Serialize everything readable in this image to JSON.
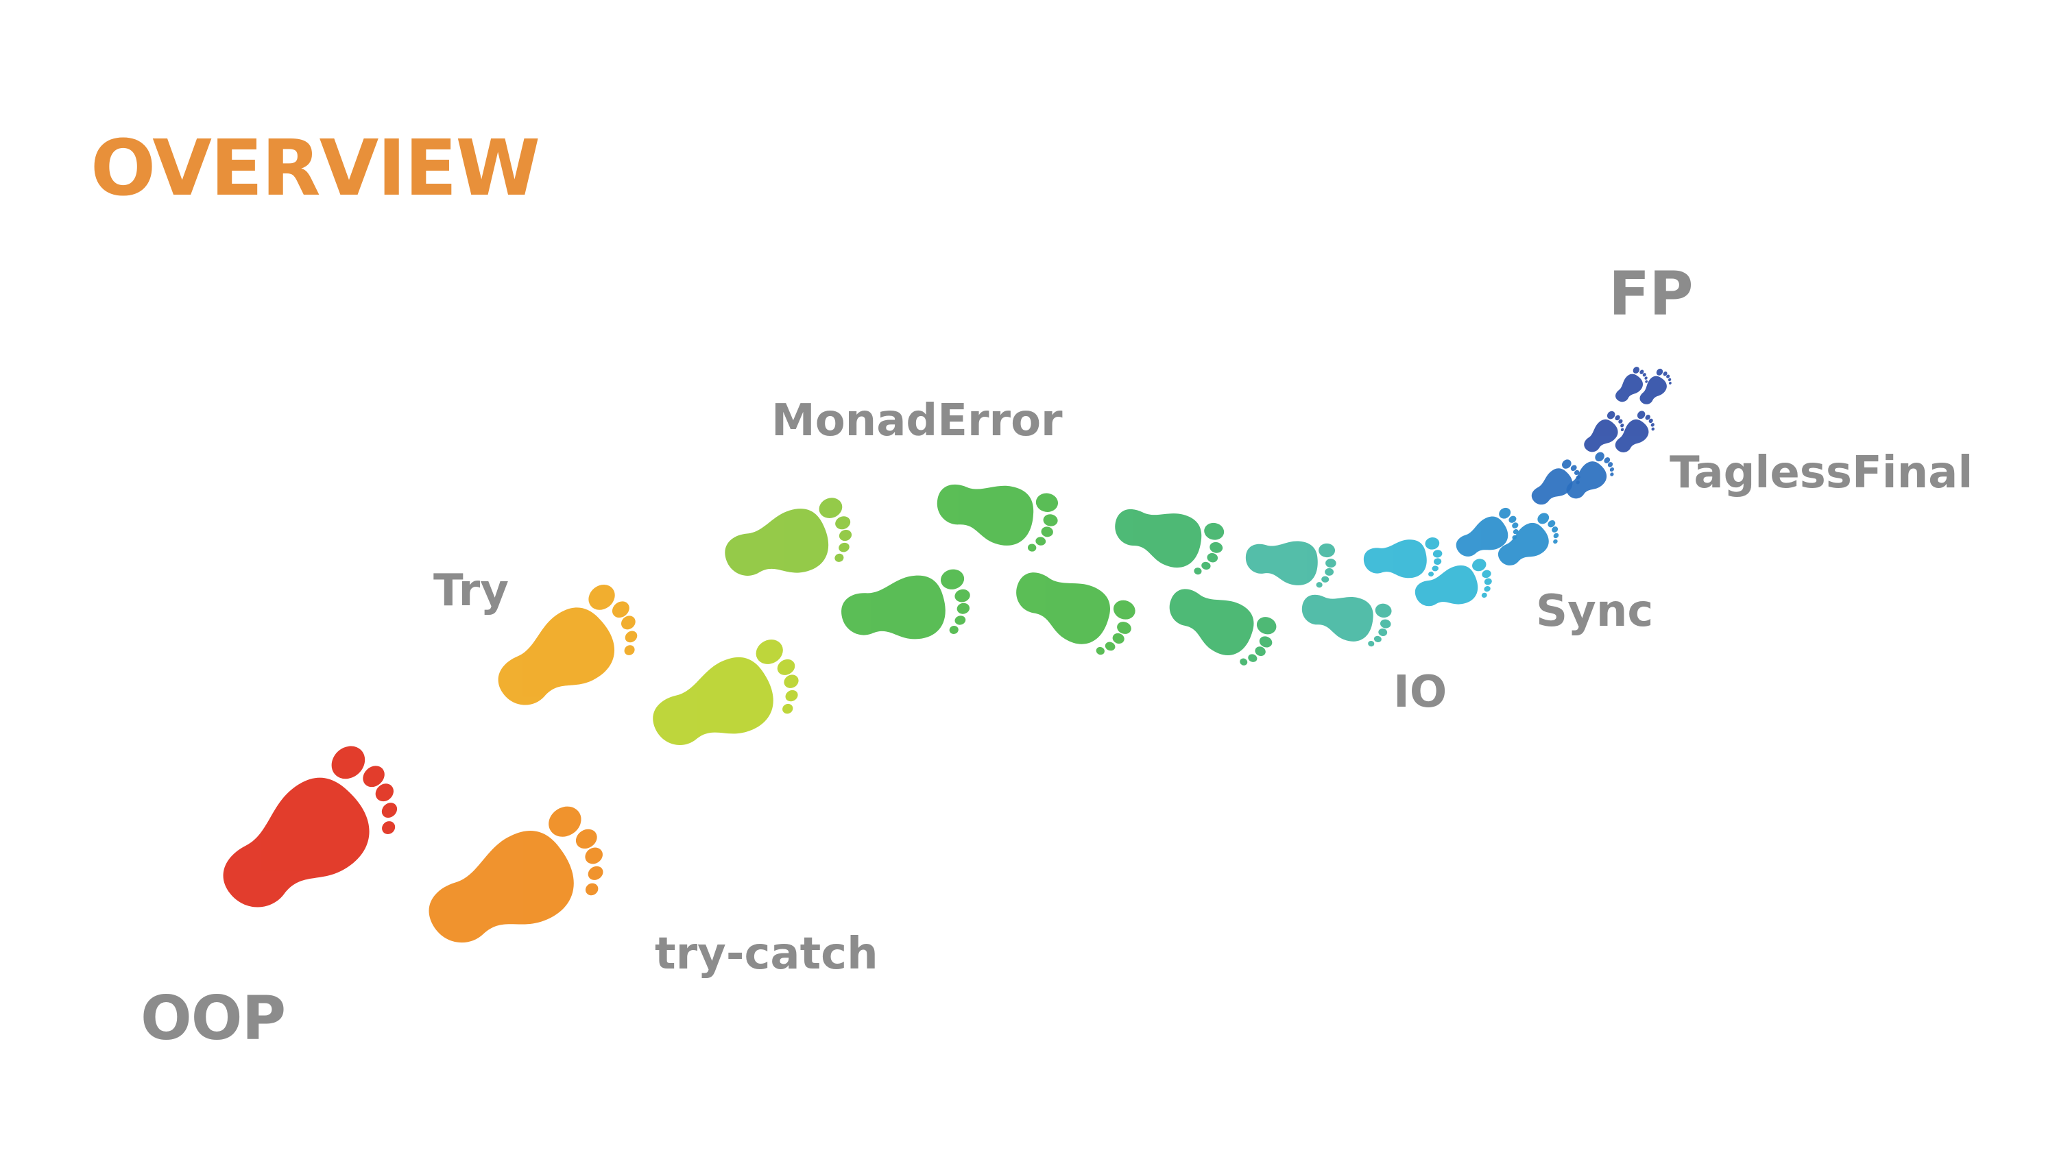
{
  "slide": {
    "title": "OVERVIEW",
    "title_color": "#e8903a",
    "label_color": "#8c8c8c"
  },
  "path": {
    "start_label": "OOP",
    "end_label": "FP",
    "steps": [
      {
        "key": "try_catch",
        "label": "try-catch"
      },
      {
        "key": "try",
        "label": "Try"
      },
      {
        "key": "monad_error",
        "label": "MonadError"
      },
      {
        "key": "io",
        "label": "IO"
      },
      {
        "key": "sync",
        "label": "Sync"
      },
      {
        "key": "tagless_final",
        "label": "TaglessFinal"
      }
    ],
    "footprint_colors": [
      "#e02d1b",
      "#ef8a1c",
      "#f0a81e",
      "#b9d32b",
      "#8cc63a",
      "#4db848",
      "#3fb46a",
      "#45b8a2",
      "#33b7d6",
      "#2a8fce",
      "#2a6fbf",
      "#2f4fa8"
    ]
  }
}
